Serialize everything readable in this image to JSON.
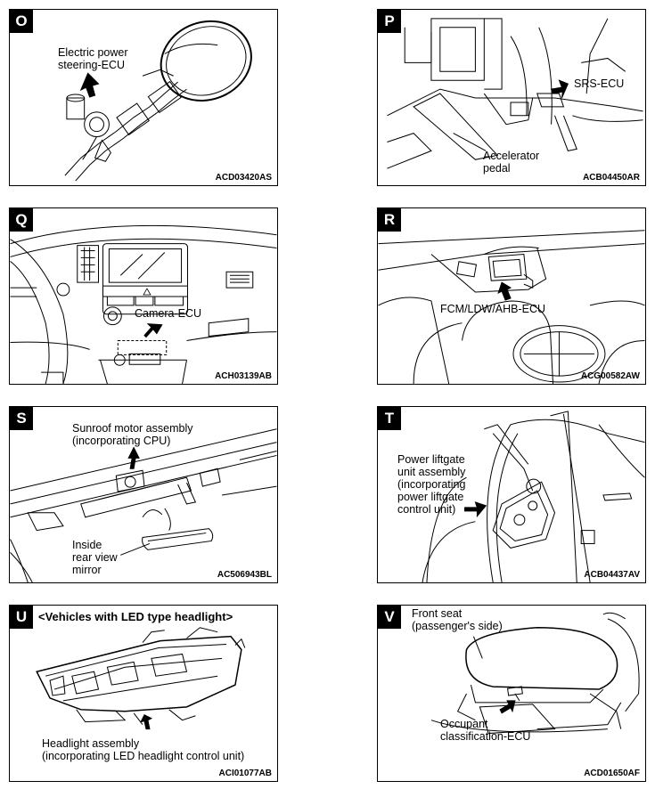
{
  "panels": {
    "o": {
      "letter": "O",
      "code": "ACD03420AS",
      "label": [
        "Electric power",
        "steering-ECU"
      ]
    },
    "p": {
      "letter": "P",
      "code": "ACB04450AR",
      "label_srs": "SRS-ECU",
      "label_pedal": [
        "Accelerator",
        "pedal"
      ]
    },
    "q": {
      "letter": "Q",
      "code": "ACH03139AB",
      "label": "Camera-ECU"
    },
    "r": {
      "letter": "R",
      "code": "ACG00582AW",
      "label": "FCM/LDW/AHB-ECU"
    },
    "s": {
      "letter": "S",
      "code": "AC506943BL",
      "label_motor": [
        "Sunroof motor assembly",
        "(incorporating CPU)"
      ],
      "label_mirror": [
        "Inside",
        "rear view",
        "mirror"
      ]
    },
    "t": {
      "letter": "T",
      "code": "ACB04437AV",
      "label": [
        "Power liftgate",
        "unit assembly",
        "(incorporating",
        "power liftgate",
        "control unit)"
      ]
    },
    "u": {
      "letter": "U",
      "code": "ACI01077AB",
      "heading": "<Vehicles with LED type headlight>",
      "label": [
        "Headlight assembly",
        "(incorporating LED headlight control unit)"
      ]
    },
    "v": {
      "letter": "V",
      "code": "ACD01650AF",
      "label_seat": [
        "Front seat",
        "(passenger's side)"
      ],
      "label_ecu": [
        "Occupant",
        "classification-ECU"
      ]
    }
  }
}
